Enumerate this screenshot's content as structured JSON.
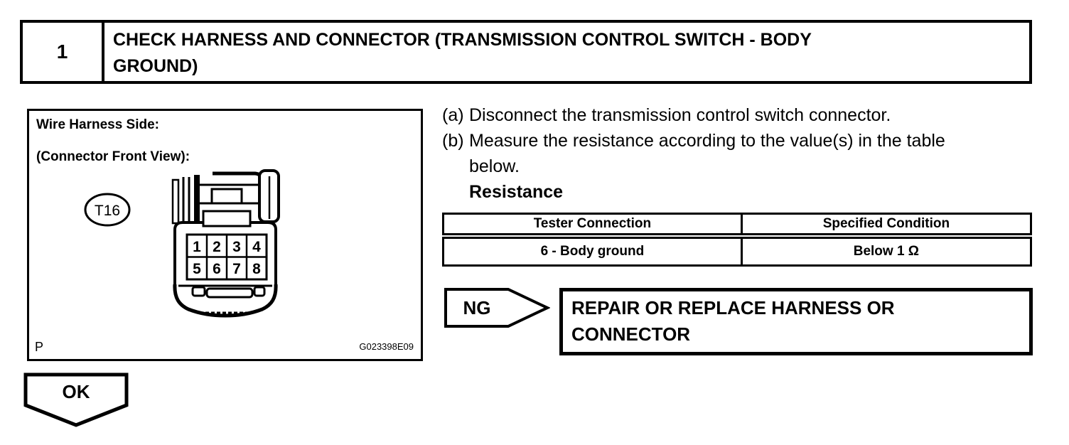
{
  "step_header": {
    "number": "1",
    "title": "CHECK HARNESS AND CONNECTOR (TRANSMISSION CONTROL SWITCH - BODY GROUND)"
  },
  "figure": {
    "heading": "Wire Harness Side:",
    "subheading": "(Connector Front View):",
    "connector_id": "T16",
    "pins": [
      "1",
      "2",
      "3",
      "4",
      "5",
      "6",
      "7",
      "8"
    ],
    "corner_label": "P",
    "figure_code": "G023398E09"
  },
  "instructions": {
    "items": [
      {
        "marker": "(a)",
        "text": "Disconnect the transmission control switch connector."
      },
      {
        "marker": "(b)",
        "text": "Measure the resistance according to the value(s) in the table below."
      }
    ],
    "subheading": "Resistance"
  },
  "resistance_table": {
    "columns": [
      "Tester Connection",
      "Specified Condition"
    ],
    "rows": [
      [
        "6 - Body ground",
        "Below 1 Ω"
      ]
    ]
  },
  "ng_branch": {
    "label": "NG",
    "action": "REPAIR OR REPLACE HARNESS OR CONNECTOR"
  },
  "ok_branch": {
    "label": "OK"
  },
  "colors": {
    "ink": "#000000",
    "paper": "#ffffff"
  }
}
